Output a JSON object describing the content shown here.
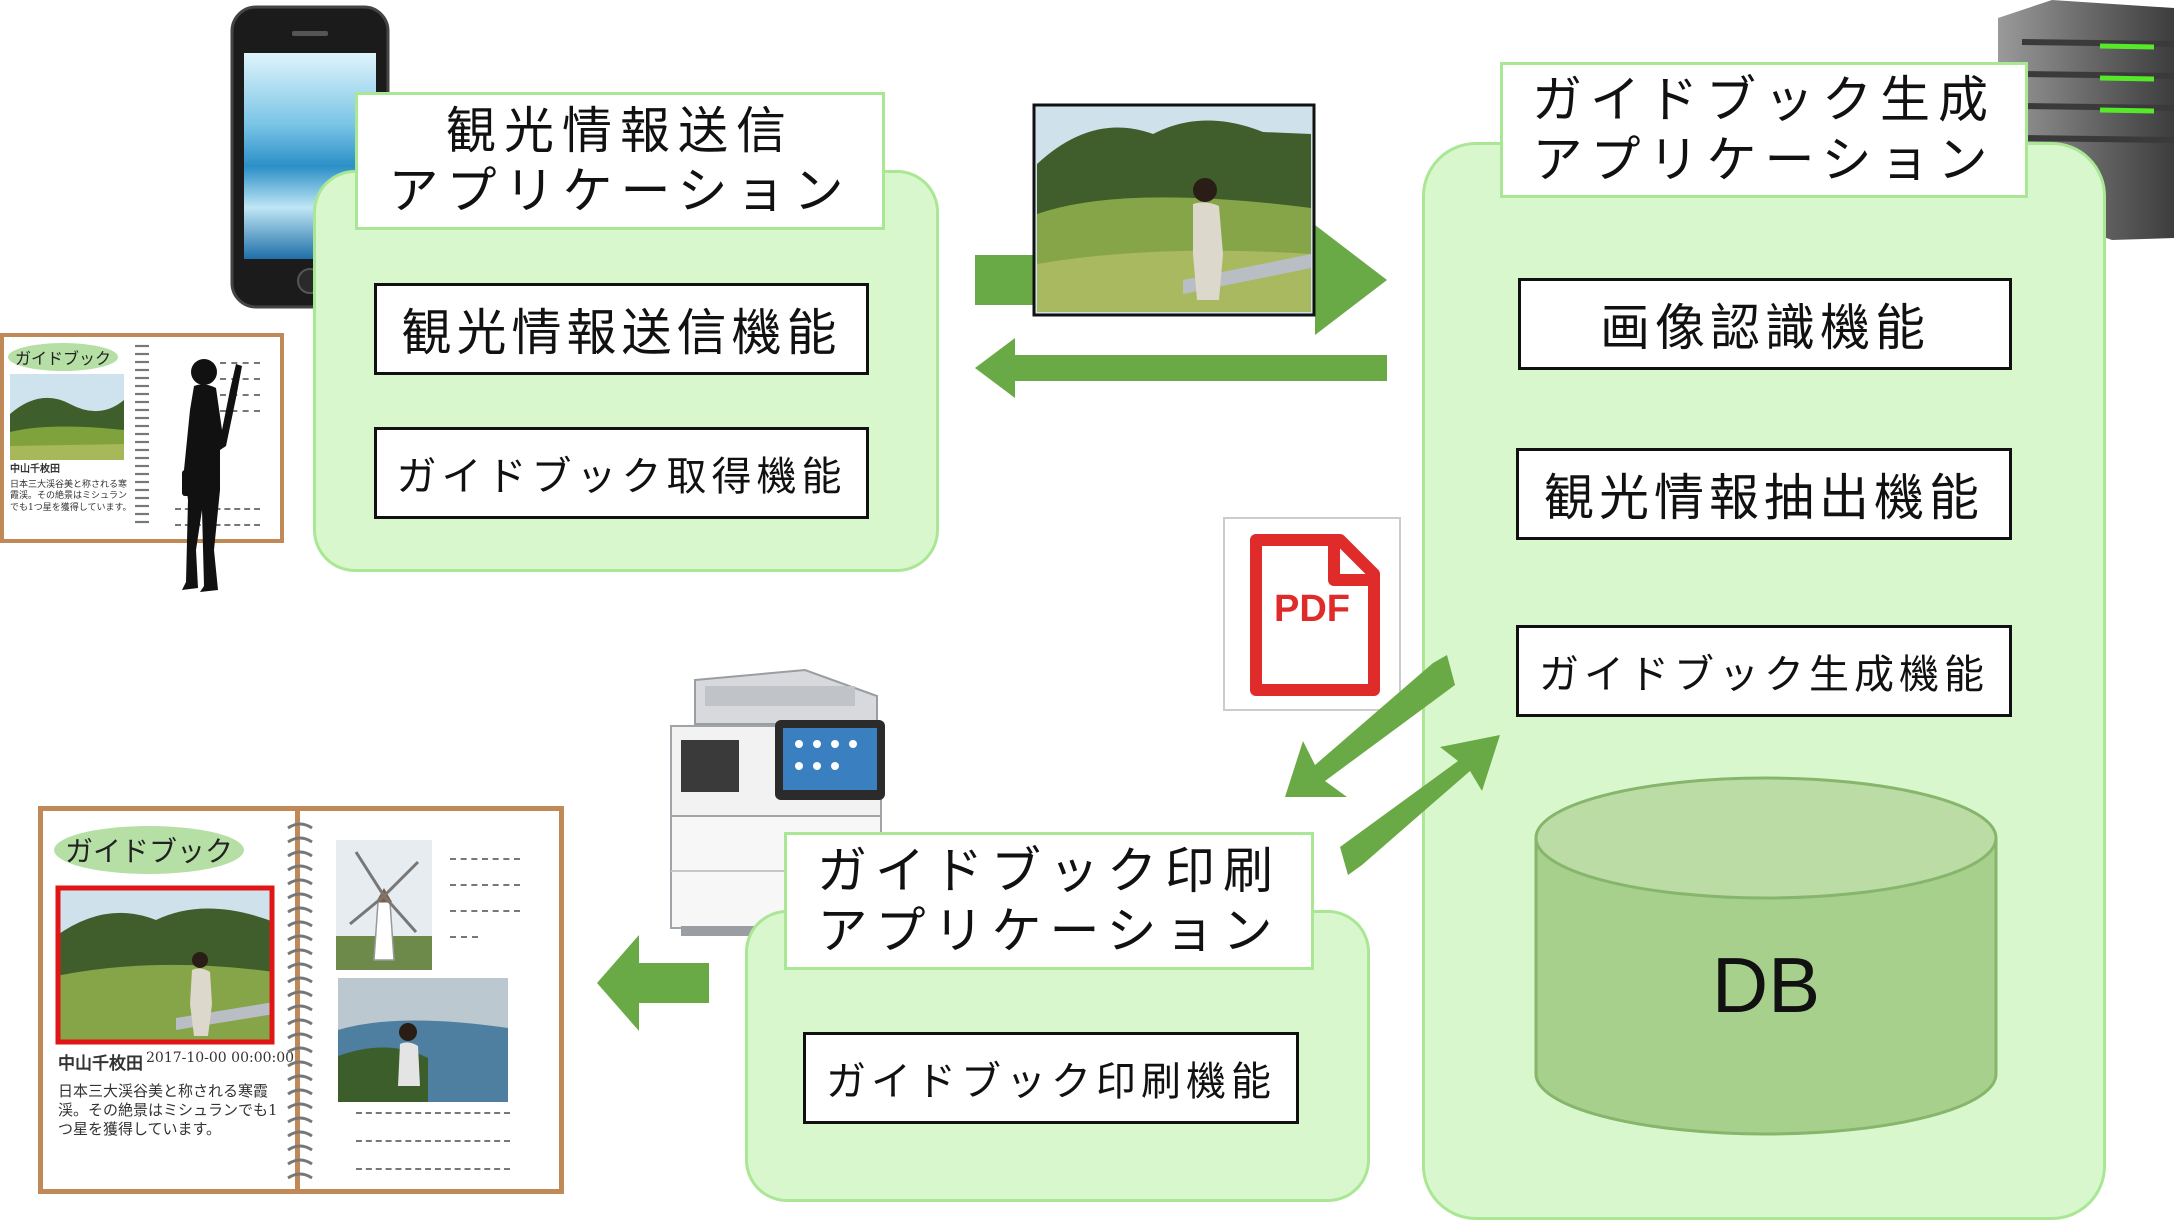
{
  "apps": {
    "sender": {
      "title": "観光情報送信\nアプリケーション",
      "functions": [
        "観光情報送信機能",
        "ガイドブック取得機能"
      ]
    },
    "generator": {
      "title": "ガイドブック生成\nアプリケーション",
      "functions": [
        "画像認識機能",
        "観光情報抽出機能",
        "ガイドブック生成機能"
      ],
      "db_label": "DB"
    },
    "printer": {
      "title": "ガイドブック印刷\nアプリケーション",
      "functions": [
        "ガイドブック印刷機能"
      ]
    }
  },
  "pdf_label": "PDF",
  "guidebook_small": {
    "tag": "ガイドブック",
    "place": "中山千枚田",
    "description": "日本三大渓谷美と称される寒霞渓。その絶景はミシュランでも1つ星を獲得しています。"
  },
  "guidebook_large": {
    "tag": "ガイドブック",
    "place": "中山千枚田",
    "timestamp": "2017-10-00 00:00:00",
    "description": "日本三大渓谷美と称される寒霞渓。その絶景はミシュランでも1つ星を獲得しています。"
  },
  "colors": {
    "panel_fill": "#d9f7cc",
    "panel_border": "#a9e795",
    "arrow": "#6aaa46",
    "db_fill": "#a8d08d",
    "book_border": "#c08a58",
    "pdf_red": "#e02b2b"
  }
}
